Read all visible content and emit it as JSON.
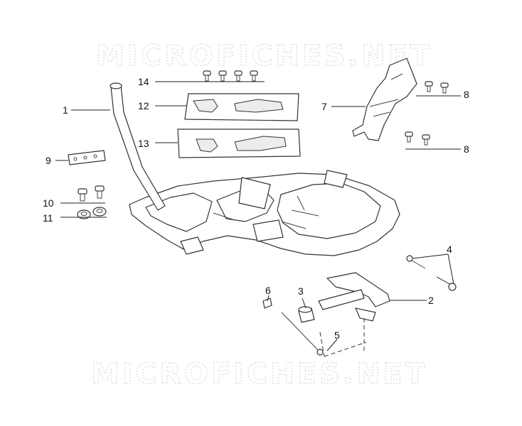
{
  "watermark": {
    "top_text": "MICROFICHES.NET",
    "bottom_text": "MICROFICHES.NET"
  },
  "callouts": {
    "c1": "1",
    "c2": "2",
    "c3": "3",
    "c4": "4",
    "c5": "5",
    "c6": "6",
    "c7": "7",
    "c8a": "8",
    "c8b": "8",
    "c9": "9",
    "c10": "10",
    "c11": "11",
    "c12": "12",
    "c13": "13",
    "c14": "14"
  }
}
